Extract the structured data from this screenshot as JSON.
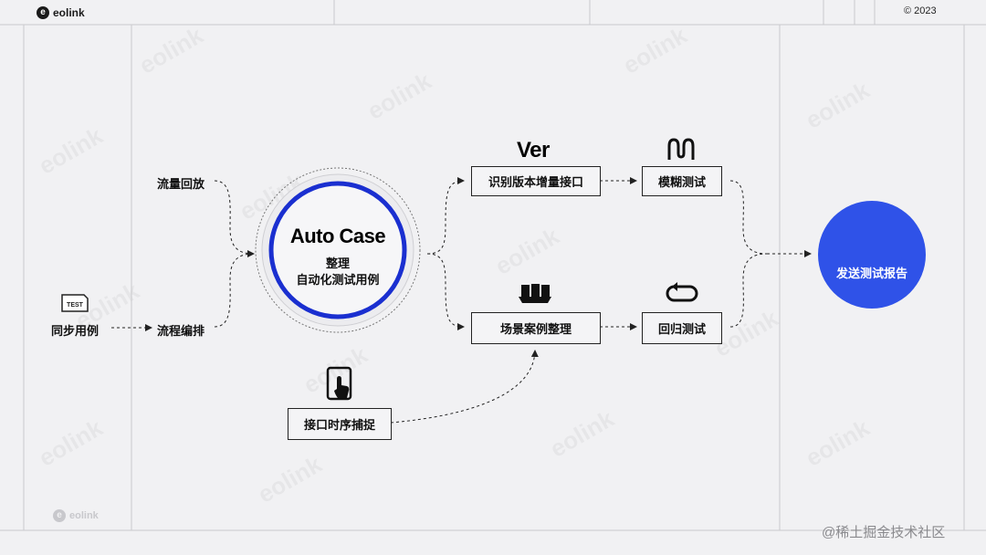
{
  "header": {
    "logo_text": "eolink",
    "copyright": "© 2023"
  },
  "nodes": {
    "sync_cases": "同步用例",
    "traffic_replay": "流量回放",
    "flow_orchestration": "流程编排",
    "center_title": "Auto Case",
    "center_sub_1": "整理",
    "center_sub_2": "自动化测试用例",
    "identify_increment": "识别版本增量接口",
    "fuzz_test": "模糊测试",
    "scenario_organize": "场景案例整理",
    "regression_test": "回归测试",
    "api_timing_capture": "接口时序捕捉",
    "send_report": "发送测试报告",
    "ver_icon_text": "Ver",
    "test_icon_text": "TEST"
  },
  "footer": {
    "logo_text": "eolink",
    "site_watermark": "@稀土掘金技术社区"
  },
  "watermark_text": "eolink",
  "colors": {
    "accent": "#2f52e8",
    "ring_dark": "#1a2fd0",
    "line": "#222222",
    "background": "#f1f1f3"
  },
  "icons": [
    "test-tag-icon",
    "ver-icon",
    "fuzz-wave-icon",
    "scenario-blocks-icon",
    "loop-arrow-icon",
    "tablet-touch-icon",
    "clipboard-report-icon"
  ]
}
